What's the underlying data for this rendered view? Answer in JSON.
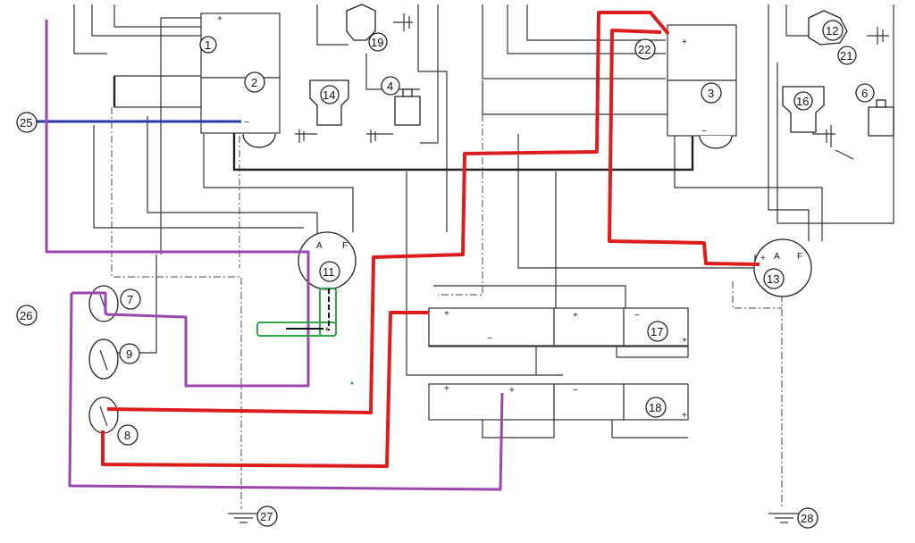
{
  "labels": {
    "c1": "1",
    "c2": "2",
    "c3": "3",
    "c4": "4",
    "c6": "6",
    "c7": "7",
    "c8": "8",
    "c9": "9",
    "c11": "11",
    "c12": "12",
    "c13": "13",
    "c14": "14",
    "c16": "16",
    "c17": "17",
    "c18": "18",
    "c19": "19",
    "c21": "21",
    "c22": "22",
    "c25": "25",
    "c26": "26",
    "c27": "27",
    "c28": "28"
  },
  "marks": {
    "plus": "+",
    "minus": "−",
    "a": "A",
    "f": "F"
  },
  "colors": {
    "red": "#dd1c1c",
    "purple": "#9b46ad",
    "blue": "#2a3aa6",
    "green": "#2aa84a"
  }
}
